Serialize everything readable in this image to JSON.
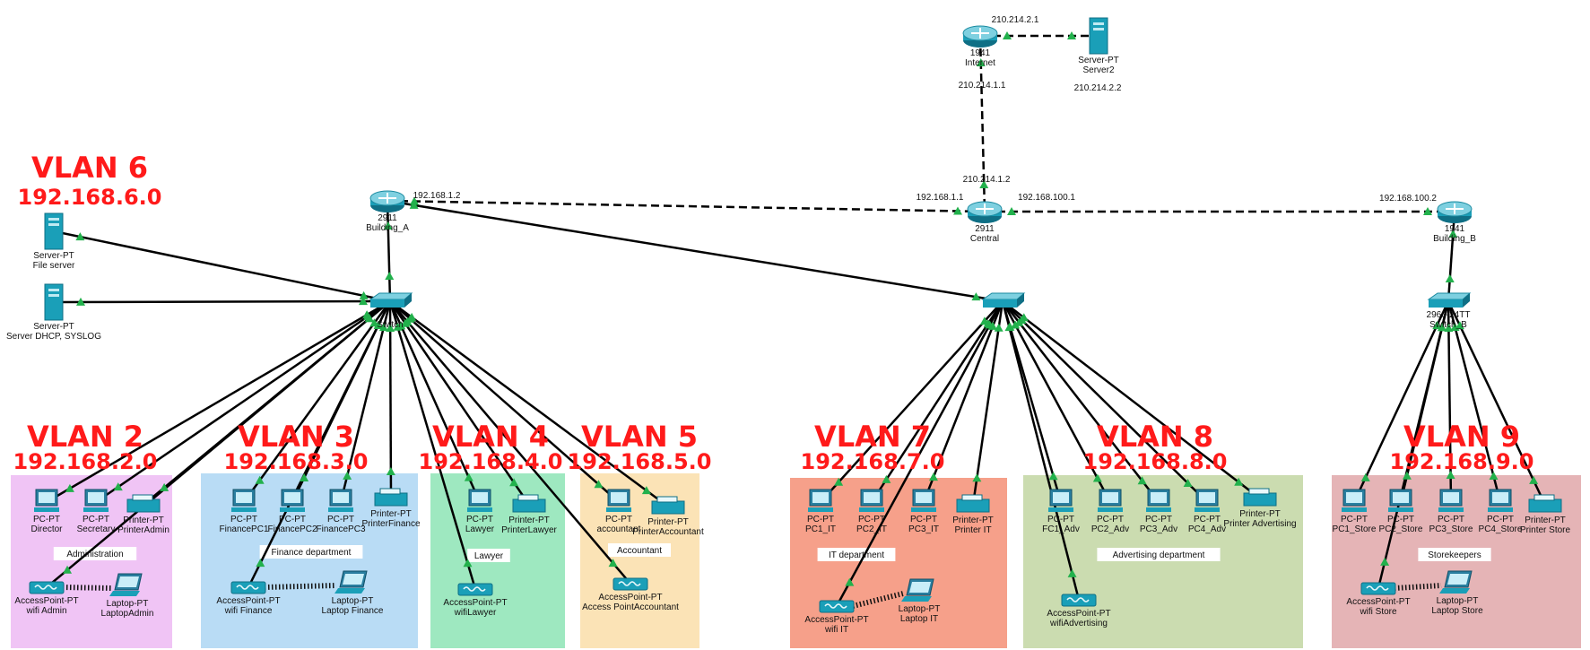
{
  "vlans": [
    {
      "id": "v6",
      "name": "VLAN 6",
      "net": "192.168.6.0"
    },
    {
      "id": "v2",
      "name": "VLAN 2",
      "net": "192.168.2.0"
    },
    {
      "id": "v3",
      "name": "VLAN 3",
      "net": "192.168.3.0"
    },
    {
      "id": "v4",
      "name": "VLAN 4",
      "net": "192.168.4.0"
    },
    {
      "id": "v5",
      "name": "VLAN 5",
      "net": "192.168.5.0"
    },
    {
      "id": "v7",
      "name": "VLAN 7",
      "net": "192.168.7.0"
    },
    {
      "id": "v8",
      "name": "VLAN 8",
      "net": "192.168.8.0"
    },
    {
      "id": "v9",
      "name": "VLAN 9",
      "net": "192.168.9.0"
    }
  ],
  "zones": [
    {
      "id": "admin",
      "label": "Administration",
      "color": "#f0c4f5"
    },
    {
      "id": "finance",
      "label": "Finance department",
      "color": "#b9dcf5"
    },
    {
      "id": "lawyer",
      "label": "Lawyer",
      "color": "#9ee8c0"
    },
    {
      "id": "accountant",
      "label": "Accountant",
      "color": "#fbe3b6"
    },
    {
      "id": "it",
      "label": "IT department",
      "color": "#f6a08a"
    },
    {
      "id": "adv",
      "label": "Advertising department",
      "color": "#cbdcb0"
    },
    {
      "id": "store",
      "label": "Storekeepers",
      "color": "#e5b4b6"
    }
  ],
  "devices": [
    {
      "id": "internet",
      "kind": "router",
      "l1": "1941",
      "l2": "Internet"
    },
    {
      "id": "server2",
      "kind": "server",
      "l1": "Server-PT",
      "l2": "Server2"
    },
    {
      "id": "building_a",
      "kind": "router",
      "l1": "2911",
      "l2": "Building_A"
    },
    {
      "id": "central",
      "kind": "router",
      "l1": "2911",
      "l2": "Central"
    },
    {
      "id": "building_b",
      "kind": "router",
      "l1": "1941",
      "l2": "Building_B"
    },
    {
      "id": "sw_a",
      "kind": "switch",
      "l1": "",
      "l2": "Switch"
    },
    {
      "id": "sw_c",
      "kind": "switch",
      "l1": "",
      "l2": ""
    },
    {
      "id": "sw_b",
      "kind": "switch",
      "l1": "2960-24TT",
      "l2": "Switch_B"
    },
    {
      "id": "fileserver",
      "kind": "server",
      "l1": "Server-PT",
      "l2": "File server"
    },
    {
      "id": "dhcpserver",
      "kind": "server",
      "l1": "Server-PT",
      "l2": "Server DHCP, SYSLOG"
    },
    {
      "id": "director",
      "kind": "pc",
      "l1": "PC-PT",
      "l2": "Director"
    },
    {
      "id": "secretary",
      "kind": "pc",
      "l1": "PC-PT",
      "l2": "Secretary"
    },
    {
      "id": "printeradmin",
      "kind": "printer",
      "l1": "Printer-PT",
      "l2": "PrinterAdmin"
    },
    {
      "id": "apadmin",
      "kind": "ap",
      "l1": "AccessPoint-PT",
      "l2": "wifi Admin"
    },
    {
      "id": "laptopadmin",
      "kind": "laptop",
      "l1": "Laptop-PT",
      "l2": "LaptopAdmin"
    },
    {
      "id": "fin1",
      "kind": "pc",
      "l1": "PC-PT",
      "l2": "FinancePC1"
    },
    {
      "id": "fin2",
      "kind": "pc",
      "l1": "PC-PT",
      "l2": "FinancePC2"
    },
    {
      "id": "fin3",
      "kind": "pc",
      "l1": "PC-PT",
      "l2": "FinancePC3"
    },
    {
      "id": "printerfin",
      "kind": "printer",
      "l1": "Printer-PT",
      "l2": "PrinterFinance"
    },
    {
      "id": "apfin",
      "kind": "ap",
      "l1": "AccessPoint-PT",
      "l2": "wifi Finance"
    },
    {
      "id": "laptopfin",
      "kind": "laptop",
      "l1": "Laptop-PT",
      "l2": "Laptop Finance"
    },
    {
      "id": "lawyerpc",
      "kind": "pc",
      "l1": "PC-PT",
      "l2": "Lawyer"
    },
    {
      "id": "printerlaw",
      "kind": "printer",
      "l1": "Printer-PT",
      "l2": "PrinterLawyer"
    },
    {
      "id": "aplaw",
      "kind": "ap",
      "l1": "AccessPoint-PT",
      "l2": "wifiLawyer"
    },
    {
      "id": "accpc",
      "kind": "pc",
      "l1": "PC-PT",
      "l2": "accountant"
    },
    {
      "id": "printeracc",
      "kind": "printer",
      "l1": "Printer-PT",
      "l2": "PrinterAccountant"
    },
    {
      "id": "apacc",
      "kind": "ap",
      "l1": "AccessPoint-PT",
      "l2": "Access PointAccountant"
    },
    {
      "id": "it1",
      "kind": "pc",
      "l1": "PC-PT",
      "l2": "PC1_IT"
    },
    {
      "id": "it2",
      "kind": "pc",
      "l1": "PC-PT",
      "l2": "PC2_IT"
    },
    {
      "id": "it3",
      "kind": "pc",
      "l1": "PC-PT",
      "l2": "PC3_IT"
    },
    {
      "id": "printerit",
      "kind": "printer",
      "l1": "Printer-PT",
      "l2": "Printer IT"
    },
    {
      "id": "apit",
      "kind": "ap",
      "l1": "AccessPoint-PT",
      "l2": "wifi IT"
    },
    {
      "id": "laptopit",
      "kind": "laptop",
      "l1": "Laptop-PT",
      "l2": "Laptop IT"
    },
    {
      "id": "adv1",
      "kind": "pc",
      "l1": "PC-PT",
      "l2": "FC1_Adv"
    },
    {
      "id": "adv2",
      "kind": "pc",
      "l1": "PC-PT",
      "l2": "PC2_Adv"
    },
    {
      "id": "adv3",
      "kind": "pc",
      "l1": "PC-PT",
      "l2": "PC3_Adv"
    },
    {
      "id": "adv4",
      "kind": "pc",
      "l1": "PC-PT",
      "l2": "PC4_Adv"
    },
    {
      "id": "printeradv",
      "kind": "printer",
      "l1": "Printer-PT",
      "l2": "Printer Advertising"
    },
    {
      "id": "apadv",
      "kind": "ap",
      "l1": "AccessPoint-PT",
      "l2": "wifiAdvertising"
    },
    {
      "id": "st1",
      "kind": "pc",
      "l1": "PC-PT",
      "l2": "PC1_Store"
    },
    {
      "id": "st2",
      "kind": "pc",
      "l1": "PC-PT",
      "l2": "PC2_Store"
    },
    {
      "id": "st3",
      "kind": "pc",
      "l1": "PC-PT",
      "l2": "PC3_Store"
    },
    {
      "id": "st4",
      "kind": "pc",
      "l1": "PC-PT",
      "l2": "PC4_Store"
    },
    {
      "id": "printerst",
      "kind": "printer",
      "l1": "Printer-PT",
      "l2": "Printer Store"
    },
    {
      "id": "apst",
      "kind": "ap",
      "l1": "AccessPoint-PT",
      "l2": "wifi Store"
    },
    {
      "id": "laptopst",
      "kind": "laptop",
      "l1": "Laptop-PT",
      "l2": "Laptop Store"
    }
  ],
  "links": [
    {
      "a": "internet",
      "b": "server2",
      "style": "dashed"
    },
    {
      "a": "internet",
      "b": "central",
      "style": "dashed"
    },
    {
      "a": "building_a",
      "b": "central",
      "style": "dashed"
    },
    {
      "a": "central",
      "b": "building_b",
      "style": "dashed"
    },
    {
      "a": "building_a",
      "b": "sw_c",
      "style": "solid"
    },
    {
      "a": "building_a",
      "b": "sw_a",
      "style": "solid"
    },
    {
      "a": "building_b",
      "b": "sw_b",
      "style": "solid"
    },
    {
      "a": "fileserver",
      "b": "sw_a",
      "style": "solid"
    },
    {
      "a": "dhcpserver",
      "b": "sw_a",
      "style": "solid"
    },
    {
      "a": "sw_a",
      "b": "director",
      "style": "solid"
    },
    {
      "a": "sw_a",
      "b": "secretary",
      "style": "solid"
    },
    {
      "a": "sw_a",
      "b": "printeradmin",
      "style": "solid"
    },
    {
      "a": "sw_a",
      "b": "apadmin",
      "style": "solid"
    },
    {
      "a": "sw_a",
      "b": "fin1",
      "style": "solid"
    },
    {
      "a": "sw_a",
      "b": "fin2",
      "style": "solid"
    },
    {
      "a": "sw_a",
      "b": "fin3",
      "style": "solid"
    },
    {
      "a": "sw_a",
      "b": "printerfin",
      "style": "solid"
    },
    {
      "a": "sw_a",
      "b": "apfin",
      "style": "solid"
    },
    {
      "a": "sw_a",
      "b": "lawyerpc",
      "style": "solid"
    },
    {
      "a": "sw_a",
      "b": "printerlaw",
      "style": "solid"
    },
    {
      "a": "sw_a",
      "b": "aplaw",
      "style": "solid"
    },
    {
      "a": "sw_a",
      "b": "accpc",
      "style": "solid"
    },
    {
      "a": "sw_a",
      "b": "printeracc",
      "style": "solid"
    },
    {
      "a": "sw_a",
      "b": "apacc",
      "style": "solid"
    },
    {
      "a": "sw_c",
      "b": "it1",
      "style": "solid"
    },
    {
      "a": "sw_c",
      "b": "it2",
      "style": "solid"
    },
    {
      "a": "sw_c",
      "b": "it3",
      "style": "solid"
    },
    {
      "a": "sw_c",
      "b": "printerit",
      "style": "solid"
    },
    {
      "a": "sw_c",
      "b": "apit",
      "style": "solid"
    },
    {
      "a": "sw_c",
      "b": "adv1",
      "style": "solid"
    },
    {
      "a": "sw_c",
      "b": "adv2",
      "style": "solid"
    },
    {
      "a": "sw_c",
      "b": "adv3",
      "style": "solid"
    },
    {
      "a": "sw_c",
      "b": "adv4",
      "style": "solid"
    },
    {
      "a": "sw_c",
      "b": "printeradv",
      "style": "solid"
    },
    {
      "a": "sw_c",
      "b": "apadv",
      "style": "solid"
    },
    {
      "a": "sw_b",
      "b": "st1",
      "style": "solid"
    },
    {
      "a": "sw_b",
      "b": "st2",
      "style": "solid"
    },
    {
      "a": "sw_b",
      "b": "st3",
      "style": "solid"
    },
    {
      "a": "sw_b",
      "b": "st4",
      "style": "solid"
    },
    {
      "a": "sw_b",
      "b": "printerst",
      "style": "solid"
    },
    {
      "a": "sw_b",
      "b": "apst",
      "style": "solid"
    },
    {
      "a": "apadmin",
      "b": "laptopadmin",
      "style": "wireless"
    },
    {
      "a": "apfin",
      "b": "laptopfin",
      "style": "wireless"
    },
    {
      "a": "apit",
      "b": "laptopit",
      "style": "wireless"
    },
    {
      "a": "apst",
      "b": "laptopst",
      "style": "wireless"
    }
  ],
  "ip_labels": [
    {
      "id": "ip_inet_srv",
      "text": "210.214.2.1"
    },
    {
      "id": "ip_srv2",
      "text": "210.214.2.2"
    },
    {
      "id": "ip_inet_down",
      "text": "210.214.1.1"
    },
    {
      "id": "ip_central_up",
      "text": "210.214.1.2"
    },
    {
      "id": "ip_bA",
      "text": "192.168.1.2"
    },
    {
      "id": "ip_central_left",
      "text": "192.168.1.1"
    },
    {
      "id": "ip_central_right",
      "text": "192.168.100.1"
    },
    {
      "id": "ip_bB",
      "text": "192.168.100.2"
    }
  ],
  "colors": {
    "vlan_text": "#ff1a1a",
    "link": "#000000",
    "port_up": "#22b14c",
    "device": "#1a9fb8"
  }
}
